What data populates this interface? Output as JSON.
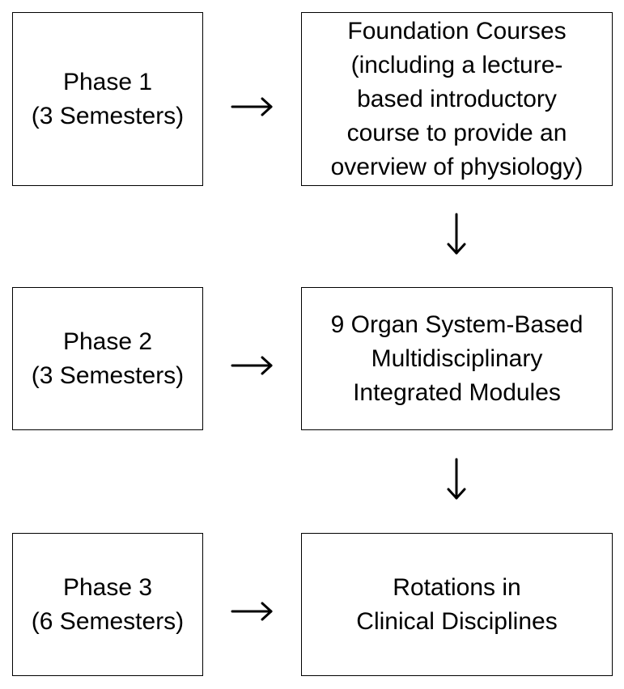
{
  "rows": [
    {
      "phase": [
        "Phase 1",
        "(3 Semesters)"
      ],
      "content": [
        "Foundation Courses",
        "(including a lecture-",
        "based introductory",
        "course to provide an",
        "overview of physiology)"
      ]
    },
    {
      "phase": [
        "Phase 2",
        "(3 Semesters)"
      ],
      "content": [
        "9 Organ System-Based",
        "Multidisciplinary",
        "Integrated Modules"
      ]
    },
    {
      "phase": [
        "Phase 3",
        "(6 Semesters)"
      ],
      "content": [
        "Rotations in",
        "Clinical Disciplines"
      ]
    }
  ]
}
